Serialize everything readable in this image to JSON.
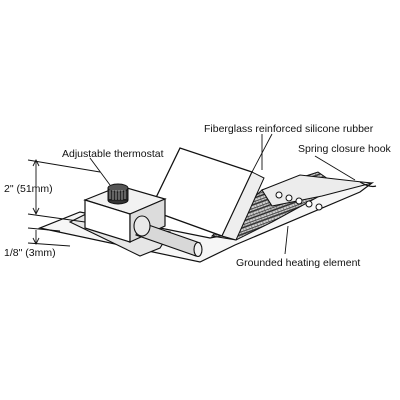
{
  "labels": {
    "fiberglass": "Fiberglass reinforced silicone rubber",
    "spring": "Spring closure hook",
    "thermostat": "Adjustable thermostat",
    "height": "2\" (51mm)",
    "thickness": "1/8\" (3mm)",
    "heating": "Grounded heating element"
  }
}
